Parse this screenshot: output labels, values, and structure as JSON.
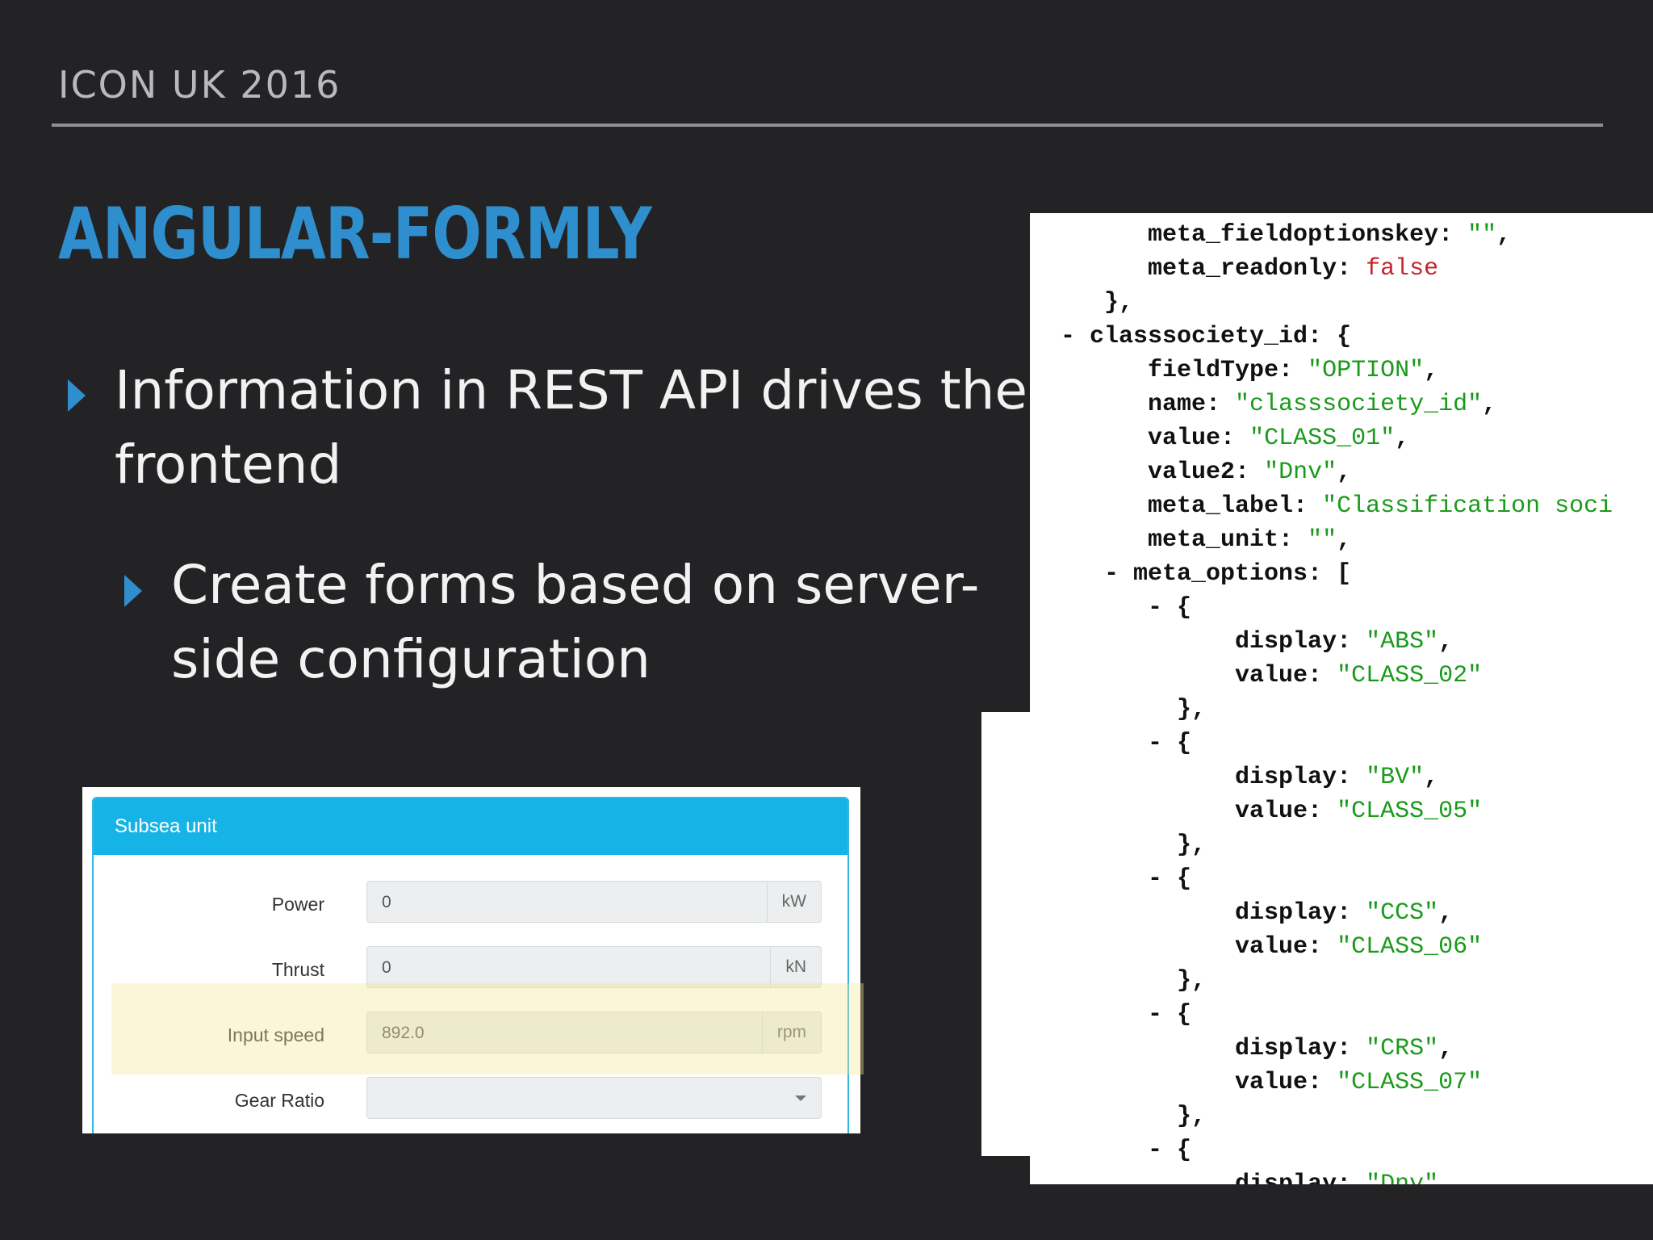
{
  "header": {
    "label": "ICON UK 2016"
  },
  "title": "ANGULAR-FORMLY",
  "bullets": [
    {
      "line1": "Information in REST API drives the",
      "line2": "frontend"
    },
    {
      "line1": "Create forms based on server-",
      "line2": "side configuration"
    }
  ],
  "form": {
    "panel_title": "Subsea unit",
    "rows": [
      {
        "label": "Power",
        "value": "0",
        "unit": "kW"
      },
      {
        "label": "Thrust",
        "value": "0",
        "unit": "kN"
      },
      {
        "label": "Input speed",
        "value": "892.0",
        "unit": "rpm"
      },
      {
        "label": "Gear Ratio",
        "value": "",
        "unit": ""
      }
    ]
  },
  "json_view": {
    "lines": [
      {
        "indent": "      ",
        "key": "meta_fieldoptionskey:",
        "value": " \"\"",
        "tail": ",",
        "type": "s"
      },
      {
        "indent": "      ",
        "key": "meta_readonly:",
        "value": " false",
        "tail": "",
        "type": "f"
      },
      {
        "indent": "   ",
        "key": "},",
        "value": "",
        "tail": "",
        "type": "p"
      },
      {
        "indent": "- ",
        "key": "classsociety_id:",
        "value": " {",
        "tail": "",
        "type": "p"
      },
      {
        "indent": "      ",
        "key": "fieldType:",
        "value": " \"OPTION\"",
        "tail": ",",
        "type": "s"
      },
      {
        "indent": "      ",
        "key": "name:",
        "value": " \"classsociety_id\"",
        "tail": ",",
        "type": "s"
      },
      {
        "indent": "      ",
        "key": "value:",
        "value": " \"CLASS_01\"",
        "tail": ",",
        "type": "s"
      },
      {
        "indent": "      ",
        "key": "value2:",
        "value": " \"Dnv\"",
        "tail": ",",
        "type": "s"
      },
      {
        "indent": "      ",
        "key": "meta_label:",
        "value": " \"Classification soci",
        "tail": "",
        "type": "s"
      },
      {
        "indent": "      ",
        "key": "meta_unit:",
        "value": " \"\"",
        "tail": ",",
        "type": "s"
      },
      {
        "indent": "   - ",
        "key": "meta_options:",
        "value": " [",
        "tail": "",
        "type": "p"
      },
      {
        "indent": "      - ",
        "key": "{",
        "value": "",
        "tail": "",
        "type": "p"
      },
      {
        "indent": "            ",
        "key": "display:",
        "value": " \"ABS\"",
        "tail": ",",
        "type": "s"
      },
      {
        "indent": "            ",
        "key": "value:",
        "value": " \"CLASS_02\"",
        "tail": "",
        "type": "s"
      },
      {
        "indent": "        ",
        "key": "},",
        "value": "",
        "tail": "",
        "type": "p"
      },
      {
        "indent": "      - ",
        "key": "{",
        "value": "",
        "tail": "",
        "type": "p"
      },
      {
        "indent": "            ",
        "key": "display:",
        "value": " \"BV\"",
        "tail": ",",
        "type": "s"
      },
      {
        "indent": "            ",
        "key": "value:",
        "value": " \"CLASS_05\"",
        "tail": "",
        "type": "s"
      },
      {
        "indent": "        ",
        "key": "},",
        "value": "",
        "tail": "",
        "type": "p"
      },
      {
        "indent": "      - ",
        "key": "{",
        "value": "",
        "tail": "",
        "type": "p"
      },
      {
        "indent": "            ",
        "key": "display:",
        "value": " \"CCS\"",
        "tail": ",",
        "type": "s"
      },
      {
        "indent": "            ",
        "key": "value:",
        "value": " \"CLASS_06\"",
        "tail": "",
        "type": "s"
      },
      {
        "indent": "        ",
        "key": "},",
        "value": "",
        "tail": "",
        "type": "p"
      },
      {
        "indent": "      - ",
        "key": "{",
        "value": "",
        "tail": "",
        "type": "p"
      },
      {
        "indent": "            ",
        "key": "display:",
        "value": " \"CRS\"",
        "tail": ",",
        "type": "s"
      },
      {
        "indent": "            ",
        "key": "value:",
        "value": " \"CLASS_07\"",
        "tail": "",
        "type": "s"
      },
      {
        "indent": "        ",
        "key": "},",
        "value": "",
        "tail": "",
        "type": "p"
      },
      {
        "indent": "      - ",
        "key": "{",
        "value": "",
        "tail": "",
        "type": "p"
      },
      {
        "indent": "            ",
        "key": "display:",
        "value": " \"Dnv\"",
        "tail": ",",
        "type": "s"
      }
    ]
  }
}
